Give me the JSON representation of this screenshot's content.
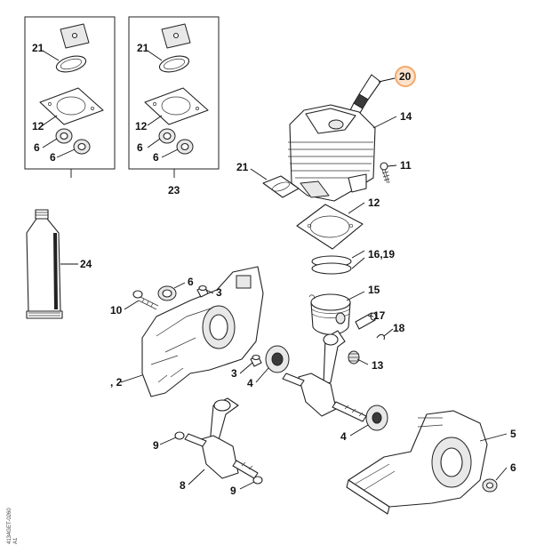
{
  "callouts": {
    "c_21a": "21",
    "c_12a": "12",
    "c_6a1": "6",
    "c_6a2": "6",
    "c_21b": "21",
    "c_12b": "12",
    "c_6b1": "6",
    "c_6b2": "6",
    "c_23": "23",
    "c_20": "20",
    "c_14": "14",
    "c_11": "11",
    "c_21c": "21",
    "c_12c": "12",
    "c_1619": "16,19",
    "c_15": "15",
    "c_17": "17",
    "c_18": "18",
    "c_13": "13",
    "c_24": "24",
    "c_6c": "6",
    "c_10": "10",
    "c_3a": "3",
    "c_3b": "3",
    "c_2": ", 2",
    "c_4a": "4",
    "c_4b": "4",
    "c_5": "5",
    "c_6d": "6",
    "c_9a": "9",
    "c_8": "8",
    "c_9b": "9"
  },
  "doc_id": "4134GET-0260",
  "doc_sub": "A1",
  "highlight_color": "#f4a96a"
}
